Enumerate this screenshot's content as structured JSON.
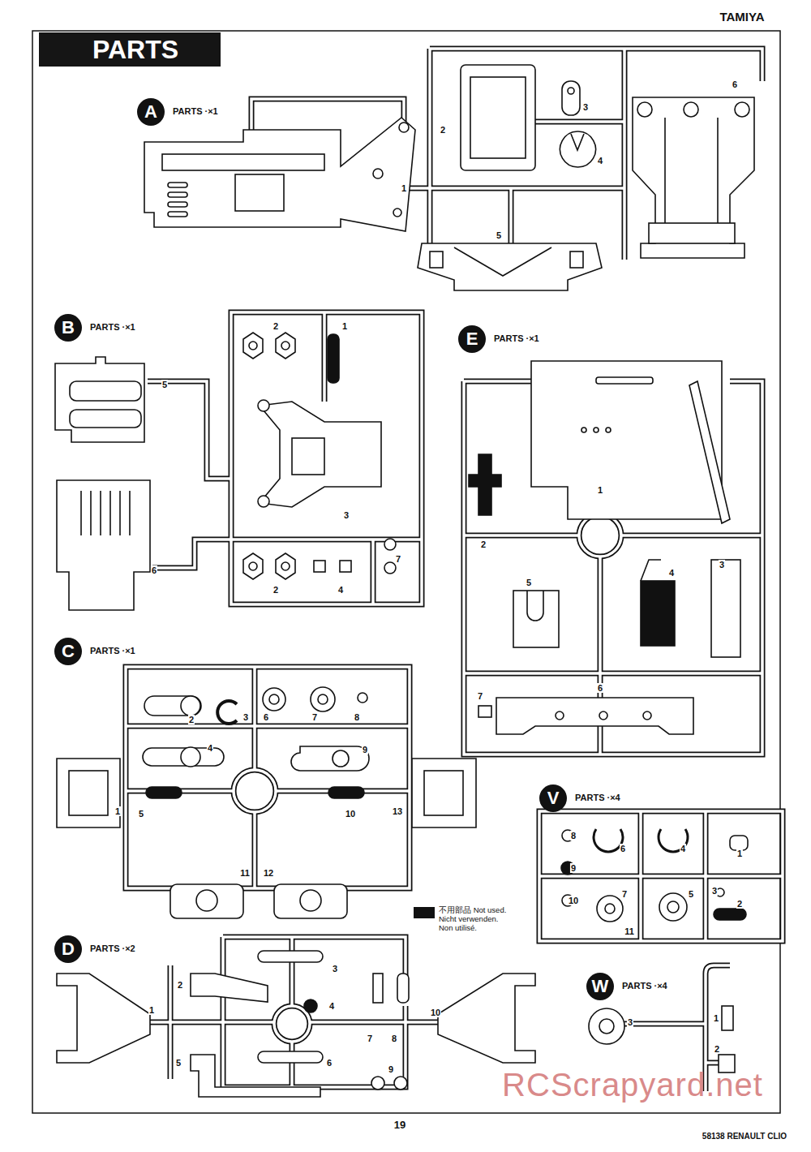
{
  "diagram": {
    "title": "PARTS",
    "nodes": [
      {
        "text": [
          "A",
          "PARTS ·×1"
        ]
      },
      {
        "text": [
          "B",
          "PARTS ·×1"
        ]
      },
      {
        "text": [
          "E",
          "PARTS ·×1"
        ]
      },
      {
        "text": [
          "C",
          "PARTS ·×1"
        ]
      },
      {
        "text": [
          "V",
          "PARTS ·×4"
        ]
      },
      {
        "text": [
          "D",
          "PARTS ·×2"
        ]
      },
      {
        "text": [
          "W",
          "PARTS ·×4"
        ]
      }
    ],
    "labels": [
      "TAMIYA",
      "1",
      "2",
      "3",
      "4",
      "5",
      "6",
      "1",
      "2",
      "2",
      "3",
      "4",
      "5",
      "6",
      "7",
      "1",
      "2",
      "3",
      "4",
      "5",
      "6",
      "7",
      "1",
      "2",
      "3",
      "4",
      "5",
      "6",
      "7",
      "8",
      "9",
      "10",
      "11",
      "12",
      "13",
      "1",
      "2",
      "3",
      "4",
      "5",
      "6",
      "7",
      "8",
      "9",
      "10",
      "11",
      "1",
      "2",
      "3",
      "4",
      "5",
      "6",
      "7",
      "8",
      "9",
      "10",
      "1",
      "2",
      "3",
      "19",
      "58138 RENAULT CLIO",
      "RCScrapyard.net"
    ],
    "legend": [
      {
        "text": "不用部品 Not used. Nicht verwenden. Non utilisé.",
        "color": "#111111"
      }
    ]
  }
}
